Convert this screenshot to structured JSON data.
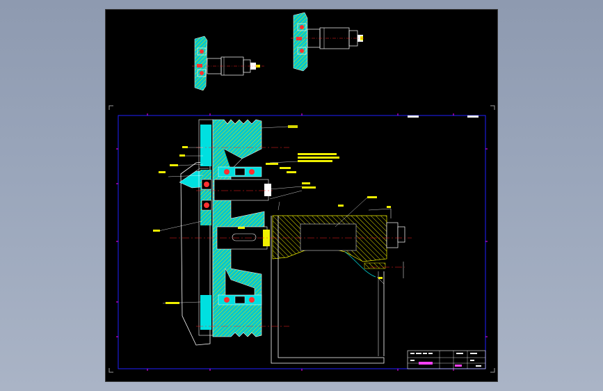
{
  "callouts": [],
  "title_block": {
    "rows": [],
    "name": "",
    "scale": ""
  },
  "colors": {
    "background": "#000000",
    "frame": "#2020ff",
    "frame_ticks": "#ff00ff",
    "section_fill": "#00e0e0",
    "hatch": "#f0f000",
    "centerline": "#ff2020",
    "outline": "#ffffff",
    "corner_marks": "#9a9a9a",
    "bearing_balls": "#ff3030"
  },
  "icons": [
    "small-assembly-view-left",
    "small-assembly-view-right",
    "main-section-view",
    "title-block"
  ]
}
